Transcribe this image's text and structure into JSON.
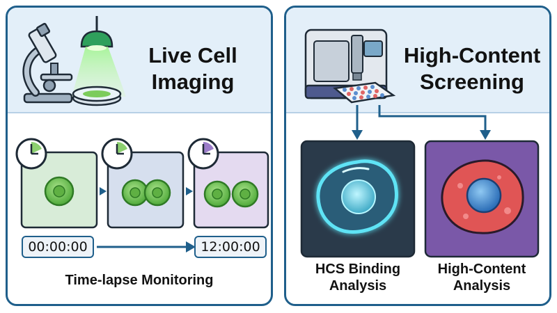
{
  "left_panel": {
    "title_line1": "Live Cell",
    "title_line2": "Imaging",
    "time_start": "00:00:00",
    "time_end": "12:00:00",
    "caption": "Time-lapse Monitoring"
  },
  "right_panel": {
    "title_line1": "High-Content",
    "title_line2": "Screening",
    "result_left_line1": "HCS Binding",
    "result_left_line2": "Analysis",
    "result_right_line1": "High-Content",
    "result_right_line2": "Analysis"
  },
  "colors": {
    "frame": "#1f5f8b",
    "header_bg": "#e3eff9",
    "cell_green": "#6fc04f",
    "cyan_glow": "#5fe3f5",
    "red_cell": "#e05555",
    "purple_bg": "#7a58a8"
  }
}
